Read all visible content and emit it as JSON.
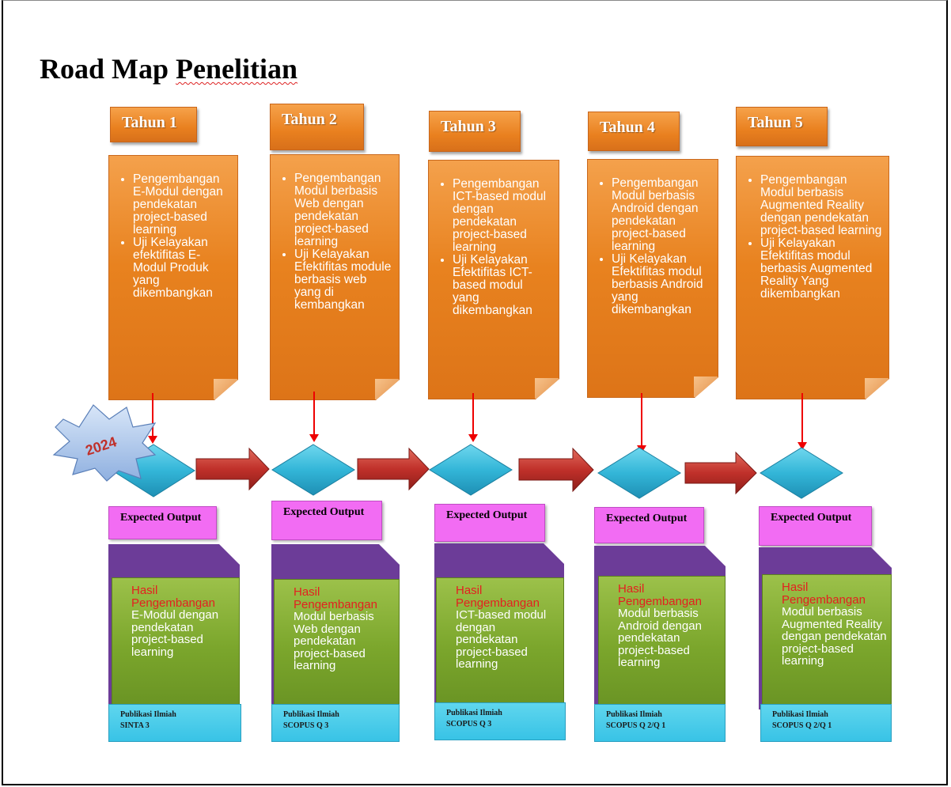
{
  "title": {
    "part1": "Road Map",
    "part2": "Penelitian"
  },
  "badge": "2024",
  "years": [
    {
      "label": "Tahun 1",
      "items": [
        "Pengembangan E-Modul dengan pendekatan project-based learning",
        "Uji Kelayakan efektifitas E-Modul Produk yang dikembangkan"
      ]
    },
    {
      "label": "Tahun 2",
      "items": [
        "Pengembangan Modul berbasis Web dengan pendekatan project-based learning",
        "Uji Kelayakan Efektifitas module berbasis web yang di kembangkan"
      ]
    },
    {
      "label": "Tahun 3",
      "items": [
        "Pengembangan ICT-based modul dengan pendekatan project-based learning",
        "Uji Kelayakan Efektifitas ICT-based modul yang dikembangkan"
      ]
    },
    {
      "label": "Tahun 4",
      "items": [
        "Pengembangan Modul berbasis Android dengan pendekatan project-based learning",
        "Uji Kelayakan Efektifitas modul berbasis Android yang dikembangkan"
      ]
    },
    {
      "label": "Tahun 5",
      "items": [
        "Pengembangan Modul berbasis Augmented Reality dengan pendekatan project-based learning",
        "Uji Kelayakan Efektifitas modul berbasis Augmented Reality Yang dikembangkan"
      ]
    }
  ],
  "outputs": [
    {
      "label": "Expected Output",
      "heading": "Hasil Pengembangan",
      "body": "E-Modul dengan pendekatan project-based learning",
      "pub_title": "Publikasi Ilmiah",
      "pub_target": "SINTA 3"
    },
    {
      "label": "Expected Output",
      "heading": "Hasil Pengembangan",
      "body": "Modul berbasis Web dengan pendekatan project-based learning",
      "pub_title": "Publikasi Ilmiah",
      "pub_target": "SCOPUS Q 3"
    },
    {
      "label": "Expected Output",
      "heading": "Hasil Pengembangan",
      "body": "ICT-based modul dengan pendekatan project-based learning",
      "pub_title": "Publikasi Ilmiah",
      "pub_target": "SCOPUS Q 3"
    },
    {
      "label": "Expected Output",
      "heading": "Hasil Pengembangan",
      "body": "Modul berbasis Android dengan pendekatan project-based learning",
      "pub_title": "Publikasi Ilmiah",
      "pub_target": "SCOPUS Q 2/Q 1"
    },
    {
      "label": "Expected Output",
      "heading": "Hasil Pengembangan",
      "body": "Modul berbasis Augmented Reality dengan pendekatan project-based learning",
      "pub_title": "Publikasi Ilmiah",
      "pub_target": "SCOPUS Q 2/Q 1"
    }
  ],
  "colors": {
    "orange": "#e8821f",
    "teal": "#2fb6d8",
    "red_arrow": "#c0302a",
    "magenta": "#f26cf3",
    "purple": "#6c3c98",
    "green": "#7ba62c",
    "cyan": "#38c3e6"
  }
}
